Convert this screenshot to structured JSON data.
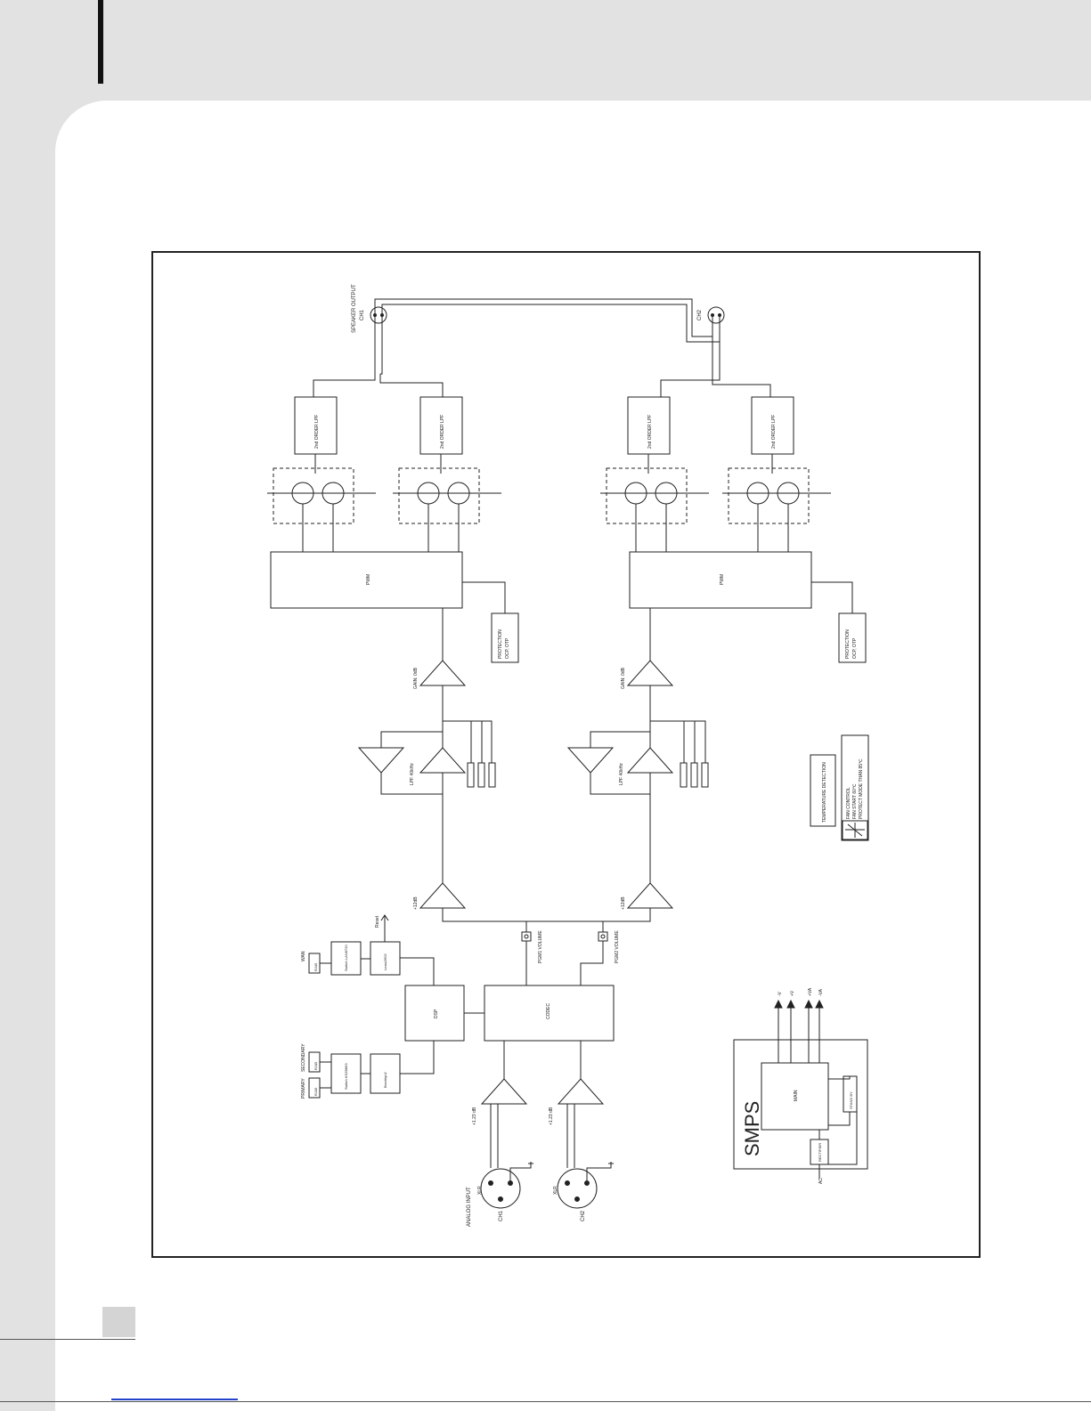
{
  "labels": {
    "speaker_output": "SPEAKER OUTPUT",
    "ch1": "CH1",
    "ch2": "CH2",
    "lpf": "2nd ORDER LPF",
    "pwm": "PWM",
    "protection_l1": "PROTECTION",
    "protection_l2": "OCP, OTP",
    "gain": "GAIN: 0dB",
    "lpf_filter": "LPF 40kHz",
    "preamp_gain": "+12dB",
    "temp_title": "TEMPERATURE DETECTION",
    "fan_control": "FAN CONTROL",
    "fan_start": "FAN START 60℃",
    "protect_mode": "PROTECT MODE THAN 85℃",
    "wan": "WAN",
    "rj45": "RJ45",
    "switch_lan": "Switch LAN8720",
    "lmax": "Lmax2602",
    "reset": "Reset",
    "dsp": "DSP",
    "codec": "CODEC",
    "pgm1": "PGM1 VOLUME",
    "pgm2": "PGM2 VOLUME",
    "primary": "PRIMARY",
    "secondary": "SECONDARY",
    "switch_ksz": "Switch KSZ8863",
    "brooklyn": "Brooklyn2",
    "input_gain": "+1.23 dB",
    "analog_input": "ANALOG INPUT",
    "xlr": "XLR",
    "smps": "SMPS",
    "main": "MAIN",
    "rectifier": "RECTIFIER",
    "stby": "STAND BY",
    "ac": "AC",
    "plus_v": "+V",
    "minus_v": "-V",
    "plus_va": "+VA",
    "minus_va": "-VA"
  }
}
